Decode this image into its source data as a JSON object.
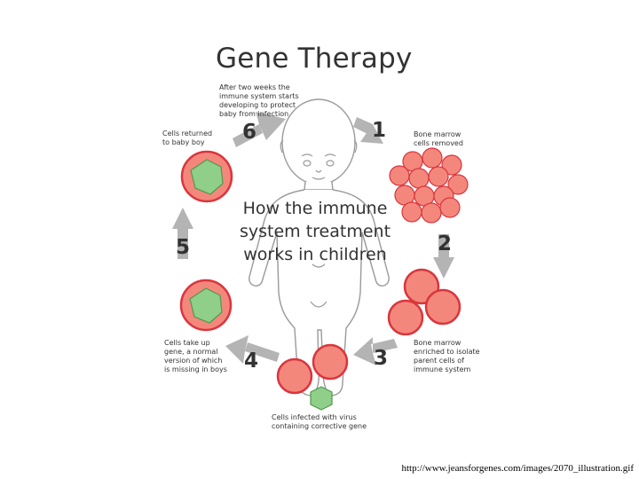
{
  "title": "Gene Therapy",
  "center_caption": [
    "How the immune",
    "system treatment",
    "works in children"
  ],
  "steps": [
    {
      "number": "1",
      "caption": [
        "Bone marrow",
        "cells removed"
      ]
    },
    {
      "number": "2",
      "caption": []
    },
    {
      "number": "3",
      "caption": [
        "Bone marrow",
        "enriched to isolate",
        "parent cells of",
        "immune system"
      ]
    },
    {
      "number": "4",
      "caption": [
        "Cells take up",
        "gene, a normal",
        "version of which",
        "is missing in boys"
      ]
    },
    {
      "number": "5",
      "caption": []
    },
    {
      "number": "6",
      "caption": [
        "Cells returned",
        "to baby boy"
      ]
    }
  ],
  "note_top": [
    "After two weeks the",
    "immune system starts",
    "developing to protect",
    "baby from infection"
  ],
  "note_bottom": [
    "Cells infected with virus",
    "containing corrective gene"
  ],
  "source_url": "http://www.jeansforgenes.com/images/2070_illustration.gif",
  "colors": {
    "cell_fill": "#f4877c",
    "cell_stroke": "#d9363e",
    "virus_fill": "#8fcf8a",
    "virus_stroke": "#4f9a4c",
    "arrow": "#b4b4b4",
    "text": "#333333"
  }
}
